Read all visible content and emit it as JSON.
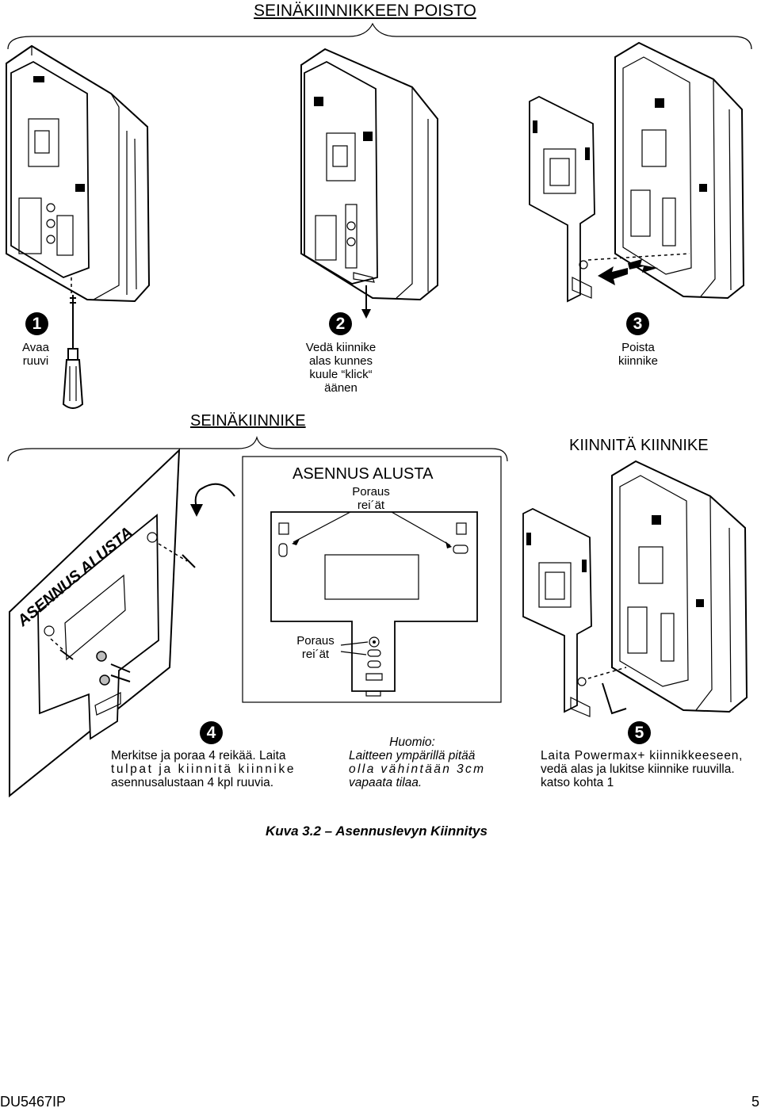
{
  "page": {
    "title": "SEINÄKIINNIKKEEN POISTO",
    "caption": "Kuva 3.2 – Asennuslevyn Kiinnitys",
    "footer_left": "DU5467IP",
    "footer_right": "5"
  },
  "steps_top": [
    {
      "number": "1",
      "text_lines": [
        "Avaa",
        "ruuvi"
      ]
    },
    {
      "number": "2",
      "text_lines": [
        "Vedä kiinnike",
        "alas kunnes",
        "kuule “klick“",
        "äänen"
      ]
    },
    {
      "number": "3",
      "text_lines": [
        "Poista",
        "kiinnike"
      ]
    }
  ],
  "section_mount": {
    "header": "SEINÄKIINNIKE",
    "wall_label": "ASENNUS ALUSTA",
    "plate_title": "ASENNUS ALUSTA",
    "drill_top_lines": [
      "Poraus",
      "rei´ät"
    ],
    "drill_bottom_lines": [
      "Poraus",
      "rei´ät"
    ]
  },
  "section_attach": {
    "header": "KIINNITÄ KIINNIKE"
  },
  "step4": {
    "number": "4",
    "text_lines": [
      "Merkitse ja poraa 4 reikää. Laita",
      "tulpat ja kiinnitä kiinnike",
      "asennusalustaan 4 kpl ruuvia."
    ]
  },
  "note": {
    "title": "Huomio:",
    "text_lines": [
      "Laitteen ympärillä pitää",
      "olla vähintään 3cm",
      "vapaata tilaa."
    ]
  },
  "step5": {
    "number": "5",
    "text_lines": [
      "Laita Powermax+ kiinnikkeeseen,",
      "vedä alas ja lukitse kiinnike ruuvilla.",
      "katso kohta 1"
    ]
  }
}
